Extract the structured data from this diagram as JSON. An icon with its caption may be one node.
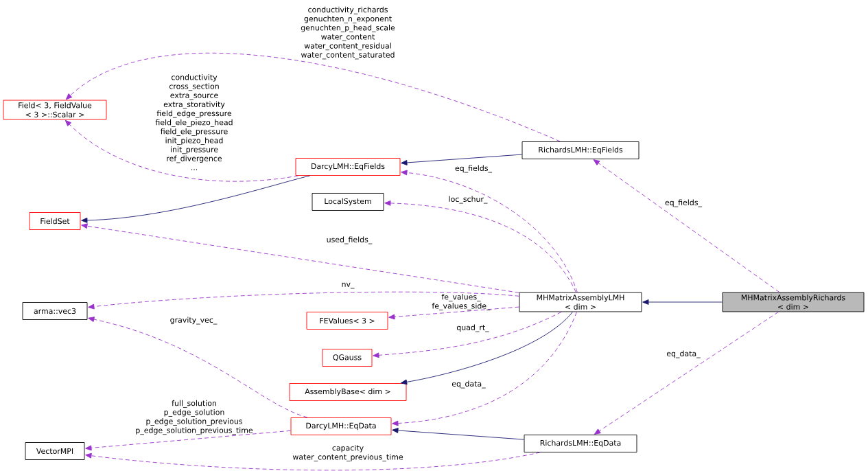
{
  "diagram": {
    "nodes": [
      {
        "text": [
          "Field< 3, FieldValue < 3 >::Scalar >"
        ]
      },
      {
        "text": [
          "FieldSet"
        ]
      },
      {
        "text": [
          "arma::vec3"
        ]
      },
      {
        "text": [
          "VectorMPI"
        ]
      },
      {
        "text": [
          "DarcyLMH::EqFields"
        ]
      },
      {
        "text": [
          "LocalSystem"
        ]
      },
      {
        "text": [
          "FEValues< 3 >"
        ]
      },
      {
        "text": [
          "QGauss"
        ]
      },
      {
        "text": [
          "AssemblyBase< dim >"
        ]
      },
      {
        "text": [
          "DarcyLMH::EqData"
        ]
      },
      {
        "text": [
          "RichardsLMH::EqFields"
        ]
      },
      {
        "text": [
          "MHMatrixAssemblyLMH < dim >"
        ]
      },
      {
        "text": [
          "RichardsLMH::EqData"
        ]
      },
      {
        "text": [
          "MHMatrixAssemblyRichards < dim >"
        ]
      }
    ],
    "edges": [
      {
        "from": 4,
        "to": 1,
        "arrow": "to",
        "color": "#191970"
      },
      {
        "from": 10,
        "to": 4,
        "arrow": "to",
        "color": "#191970"
      },
      {
        "from": 11,
        "to": 8,
        "arrow": "to",
        "color": "#191970"
      },
      {
        "from": 12,
        "to": 9,
        "arrow": "to",
        "color": "#191970"
      },
      {
        "from": 13,
        "to": 11,
        "arrow": "to",
        "color": "#191970"
      },
      {
        "from": 10,
        "to": 0,
        "arrow": "to",
        "style": "dashed",
        "label": "conductivity_richards genuchten_n_exponent genuchten_p_head_scale water_content water_content_residual water_content_saturated"
      },
      {
        "from": 4,
        "to": 0,
        "arrow": "to",
        "style": "dashed",
        "label": "conductivity cross_section extra_source extra_storativity field_edge_pressure field_ele_piezo_head field_ele_pressure init_piezo_head init_pressure ref_divergence ..."
      },
      {
        "from": 11,
        "to": 4,
        "arrow": "to",
        "style": "dashed",
        "label": "eq_fields_"
      },
      {
        "from": 11,
        "to": 5,
        "arrow": "to",
        "style": "dashed",
        "label": "loc_schur_"
      },
      {
        "from": 11,
        "to": 1,
        "arrow": "to",
        "style": "dashed",
        "label": "used_fields_"
      },
      {
        "from": 11,
        "to": 2,
        "arrow": "to",
        "style": "dashed",
        "label": "nv_"
      },
      {
        "from": 11,
        "to": 6,
        "arrow": "to",
        "style": "dashed",
        "label": "fe_values_ fe_values_side_"
      },
      {
        "from": 11,
        "to": 7,
        "arrow": "to",
        "style": "dashed",
        "label": "quad_rt_"
      },
      {
        "from": 11,
        "to": 9,
        "arrow": "to",
        "style": "dashed",
        "label": "eq_data_"
      },
      {
        "from": 9,
        "to": 2,
        "arrow": "to",
        "style": "dashed",
        "label": "gravity_vec_"
      },
      {
        "from": 9,
        "to": 3,
        "arrow": "to",
        "style": "dashed",
        "label": "full_solution p_edge_solution p_edge_solution_previous p_edge_solution_previous_time"
      },
      {
        "from": 12,
        "to": 3,
        "arrow": "to",
        "style": "dashed",
        "label": "capacity water_content_previous_time"
      },
      {
        "from": 13,
        "to": 10,
        "arrow": "to",
        "style": "dashed",
        "label": "eq_fields_"
      },
      {
        "from": 13,
        "to": 12,
        "arrow": "to",
        "style": "dashed",
        "label": "eq_data_"
      }
    ]
  }
}
